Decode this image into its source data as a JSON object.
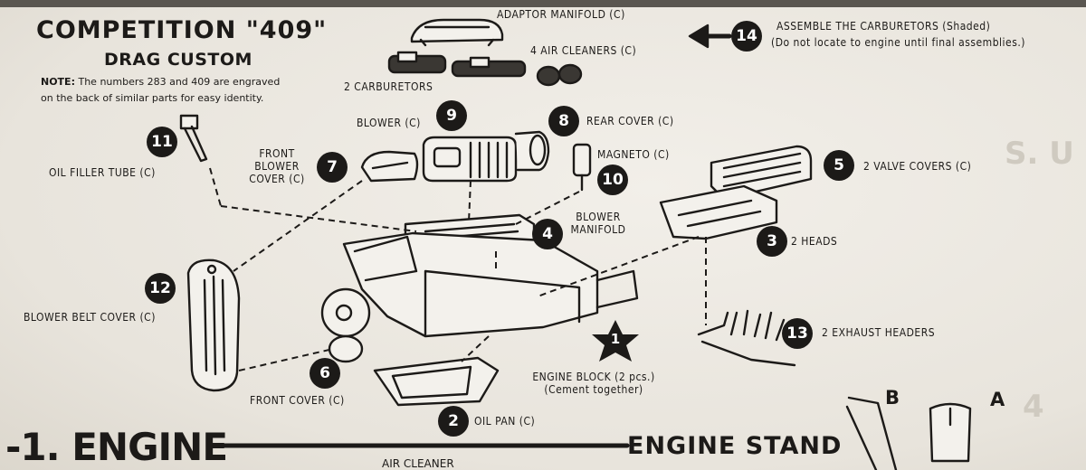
{
  "header": {
    "title": "COMPETITION \"409\"",
    "subtitle": "DRAG CUSTOM",
    "note_label": "NOTE:",
    "note_line1": "The numbers 283 and 409 are engraved",
    "note_line2": "on the back of similar parts for easy identity."
  },
  "step14": {
    "number": "14",
    "line1": "ASSEMBLE THE CARBURETORS (Shaded)",
    "line2": "(Do not locate to engine until final assemblies.)"
  },
  "parts": {
    "adaptor_manifold": "ADAPTOR MANIFOLD (C)",
    "air_cleaners": "4 AIR CLEANERS (C)",
    "carburetors": "2 CARBURETORS",
    "blower": {
      "label": "BLOWER (C)",
      "number": "9"
    },
    "rear_cover": {
      "label": "REAR COVER (C)",
      "number": "8"
    },
    "magneto": {
      "label": "MAGNETO (C)",
      "number": "10"
    },
    "oil_filler_tube": {
      "label": "OIL FILLER TUBE (C)",
      "number": "11"
    },
    "front_blower_cover": {
      "line1": "FRONT",
      "line2": "BLOWER",
      "line3": "COVER (C)",
      "number": "7"
    },
    "valve_covers": {
      "label": "2 VALVE COVERS (C)",
      "number": "5"
    },
    "blower_manifold": {
      "line1": "BLOWER",
      "line2": "MANIFOLD",
      "number": "4"
    },
    "heads": {
      "label": "2 HEADS",
      "number": "3"
    },
    "blower_belt_cover": {
      "label": "BLOWER BELT COVER (C)",
      "number": "12"
    },
    "exhaust_headers": {
      "label": "2 EXHAUST HEADERS",
      "number": "13"
    },
    "front_cover": {
      "label": "FRONT COVER (C)",
      "number": "6"
    },
    "engine_block": {
      "line1": "ENGINE BLOCK (2 pcs.)",
      "line2": "(Cement together)",
      "number": "1"
    },
    "oil_pan": {
      "label": "OIL PAN (C)",
      "number": "2"
    }
  },
  "footer": {
    "section_title": "-1. ENGINE",
    "section_title2": "ENGINE STAND",
    "air_cleaner": "AIR CLEANER",
    "label_b": "B",
    "label_a": "A"
  },
  "colors": {
    "ink": "#1c1a18",
    "paper": "#ece9e2",
    "ghost": "#cfcac0"
  }
}
